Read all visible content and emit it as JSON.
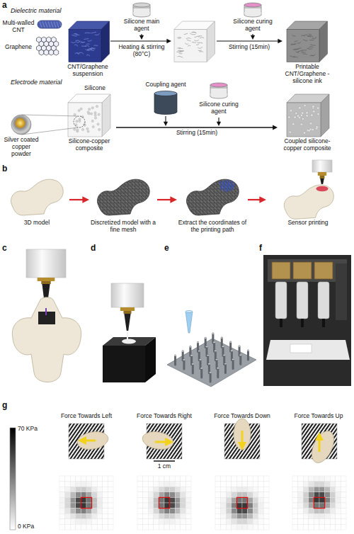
{
  "diagram": {
    "nodes": [
      {
        "text": [
          "CNT/Graphene suspension"
        ]
      },
      {
        "text": [
          "Printable CNT/Graphene - silicone ink"
        ]
      },
      {
        "text": [
          "Silicone-copper composite"
        ]
      },
      {
        "text": [
          "Coupled silicone-copper composite"
        ]
      },
      {
        "text": [
          "3D model"
        ]
      },
      {
        "text": [
          "Discretized model with a fine mesh"
        ]
      },
      {
        "text": [
          "Extract the coordinates of the printing path"
        ]
      },
      {
        "text": [
          "Sensor printing"
        ]
      }
    ],
    "edges": [
      {
        "from": 2,
        "to": 3,
        "arrow": "to",
        "label": "Stirring (15min)"
      },
      {
        "from": 4,
        "to": 5,
        "arrow": "to"
      },
      {
        "from": 5,
        "to": 6,
        "arrow": "to"
      },
      {
        "from": 6,
        "to": 7,
        "arrow": "to"
      }
    ],
    "labels": [
      "a",
      "Dielectric material",
      "Multi-walled CNT",
      "Graphene",
      "Silicone main agent",
      "Heating & stirring (80°C)",
      "Silicone curing agent",
      "Stirring (15min)",
      "Electrode material",
      "Silicone",
      "Silver coated copper powder",
      "Coupling agent",
      "Silicone curing agent",
      "b",
      "c",
      "d",
      "e",
      "f",
      "g",
      "Force Towards Left",
      "Force Towards Right",
      "Force Towards Down",
      "Force Towards Up",
      "70 KPa",
      "0 KPa",
      "1 cm"
    ]
  }
}
